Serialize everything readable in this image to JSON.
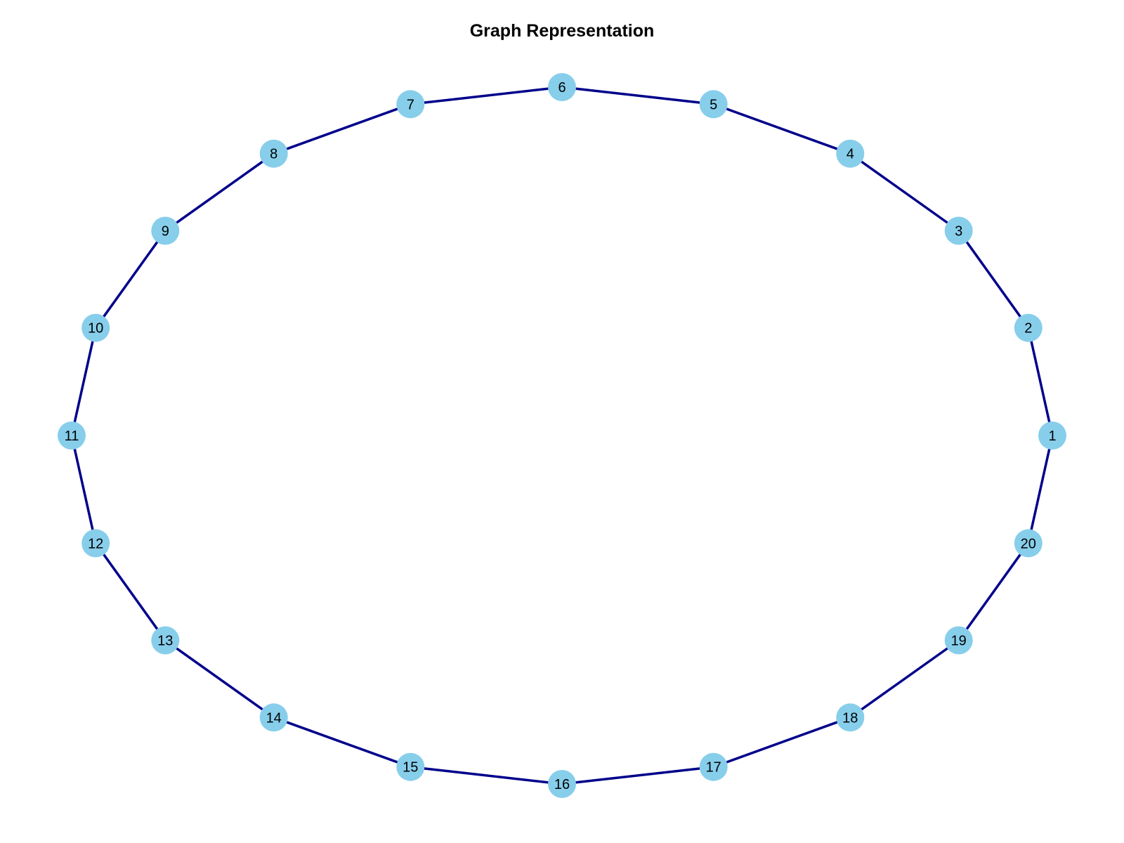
{
  "title": "Graph Representation",
  "colors": {
    "node_fill": "#87CEEB",
    "edge": "#00008B",
    "label": "#000000",
    "background": "#ffffff"
  },
  "nodes": [
    "1",
    "2",
    "3",
    "4",
    "5",
    "6",
    "7",
    "8",
    "9",
    "10",
    "11",
    "12",
    "13",
    "14",
    "15",
    "16",
    "17",
    "18",
    "19",
    "20"
  ],
  "edges": [
    [
      "1",
      "2"
    ],
    [
      "2",
      "3"
    ],
    [
      "3",
      "4"
    ],
    [
      "4",
      "5"
    ],
    [
      "5",
      "6"
    ],
    [
      "6",
      "7"
    ],
    [
      "7",
      "8"
    ],
    [
      "8",
      "9"
    ],
    [
      "9",
      "10"
    ],
    [
      "10",
      "11"
    ],
    [
      "11",
      "12"
    ],
    [
      "12",
      "13"
    ],
    [
      "13",
      "14"
    ],
    [
      "14",
      "15"
    ],
    [
      "15",
      "16"
    ],
    [
      "16",
      "17"
    ],
    [
      "17",
      "18"
    ],
    [
      "18",
      "19"
    ],
    [
      "19",
      "20"
    ],
    [
      "20",
      "1"
    ]
  ]
}
